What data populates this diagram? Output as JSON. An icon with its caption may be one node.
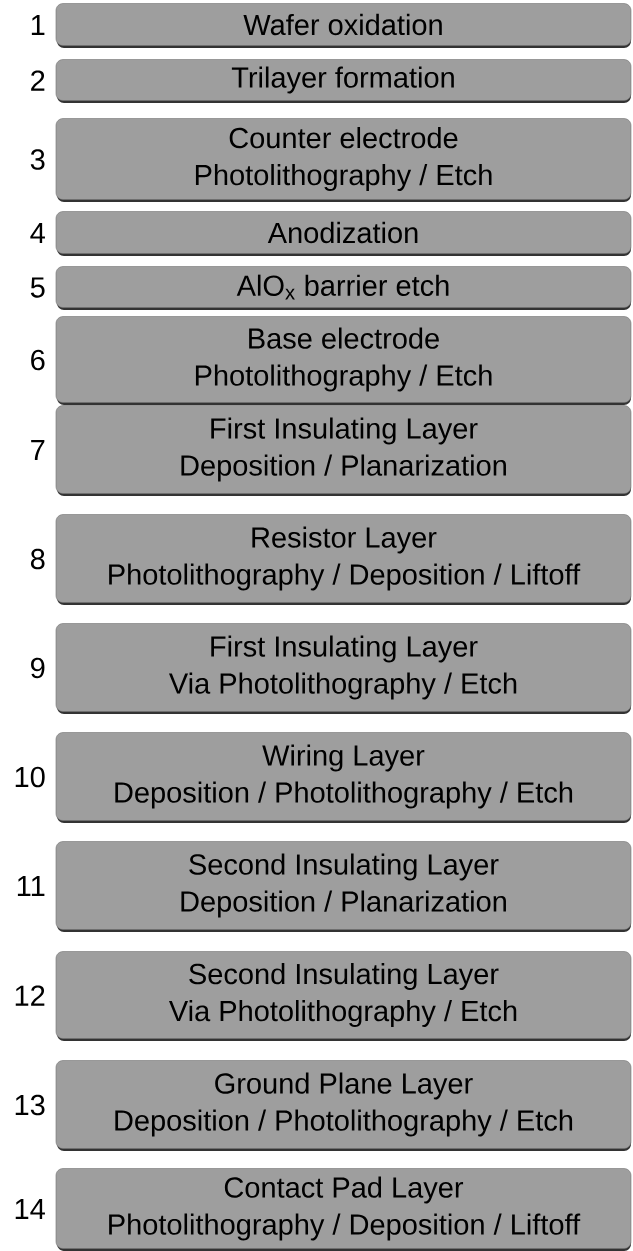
{
  "diagram": {
    "nodes": [
      {
        "text": [
          "Wafer oxidation"
        ],
        "beside": [
          "1"
        ]
      },
      {
        "text": [
          "Trilayer formation"
        ],
        "beside": [
          "2"
        ]
      },
      {
        "text": [
          "Counter electrode",
          "Photolithography / Etch"
        ],
        "beside": [
          "3"
        ]
      },
      {
        "text": [
          "Anodization"
        ],
        "beside": [
          "4"
        ]
      },
      {
        "text": [
          "AlO$_{x}$ barrier etch"
        ],
        "beside": [
          "5"
        ]
      },
      {
        "text": [
          "Base electrode",
          "Photolithography / Etch"
        ],
        "beside": [
          "6"
        ]
      },
      {
        "text": [
          "First Insulating Layer",
          "Deposition / Planarization"
        ],
        "beside": [
          "7"
        ]
      },
      {
        "text": [
          "Resistor Layer",
          "Photolithography / Deposition / Liftoff"
        ],
        "beside": [
          "8"
        ]
      },
      {
        "text": [
          "First Insulating Layer",
          "Via Photolithography / Etch"
        ],
        "beside": [
          "9"
        ]
      },
      {
        "text": [
          "Wiring Layer",
          "Deposition / Photolithography / Etch"
        ],
        "beside": [
          "10"
        ]
      },
      {
        "text": [
          "Second Insulating Layer",
          "Deposition / Planarization"
        ],
        "beside": [
          "11"
        ]
      },
      {
        "text": [
          "Second Insulating Layer",
          "Via Photolithography / Etch"
        ],
        "beside": [
          "12"
        ]
      },
      {
        "text": [
          "Ground Plane Layer",
          "Deposition / Photolithography / Etch"
        ],
        "beside": [
          "13"
        ]
      },
      {
        "text": [
          "Contact Pad Layer",
          "Photolithography / Deposition / Liftoff"
        ],
        "beside": [
          "14"
        ]
      }
    ]
  }
}
